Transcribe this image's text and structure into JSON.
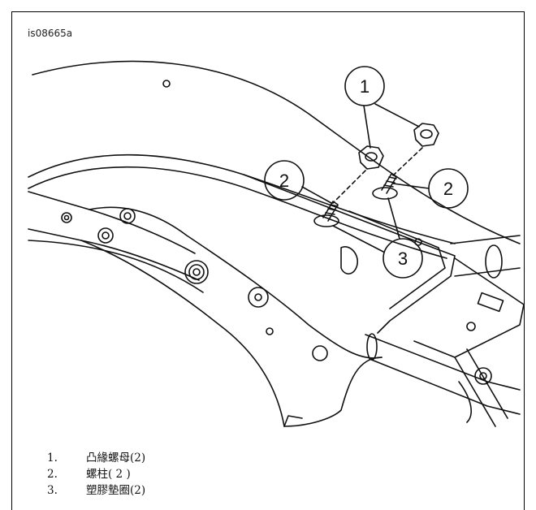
{
  "figure": {
    "id_label": "is08665a"
  },
  "callouts": [
    {
      "label": "1"
    },
    {
      "label": "2"
    },
    {
      "label": "2"
    },
    {
      "label": "3"
    }
  ],
  "legend": [
    {
      "number": "1.",
      "text": "凸緣螺母(2)"
    },
    {
      "number": "2.",
      "text": "螺柱( 2 )"
    },
    {
      "number": "3.",
      "text": "塑膠墊圈(2)"
    }
  ]
}
